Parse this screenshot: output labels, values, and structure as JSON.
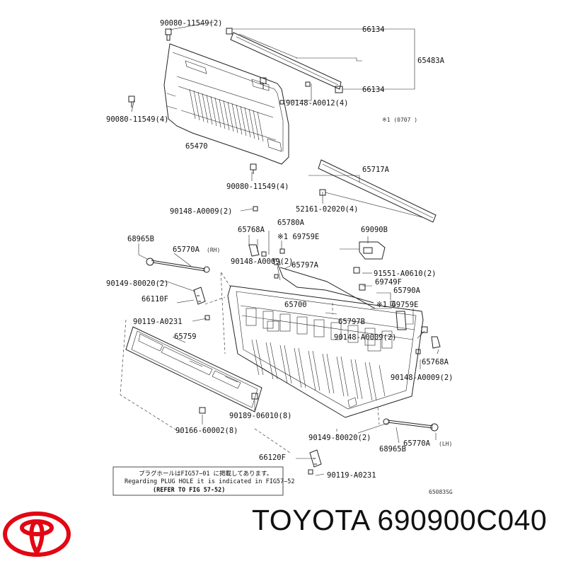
{
  "labels": {
    "l1": "90080-11549(2)",
    "l2": "66134",
    "l3": "65483A",
    "l4": "66134",
    "l5": "90148-A0012(4)",
    "l6": "90080-11549(4)",
    "l7": "※1 (0707     )",
    "l8": "65470",
    "l9": "65717A",
    "l10": "90080-11549(4)",
    "l11": "52161-02020(4)",
    "l12": "90148-A0009(2)",
    "l13": "65780A",
    "l14": "65768A",
    "l15": "※1 69759E",
    "l16": "69090B",
    "l17": "68965B",
    "l18": "65770A",
    "l18b": "(RH)",
    "l19": "90148-A0009(2)",
    "l20": "65797A",
    "l21": "91551-A0610(2)",
    "l22": "69749F",
    "l23": "90149-80020(2)",
    "l24": "65790A",
    "l25": "66110F",
    "l26": "65700",
    "l27": "※1 69759E",
    "l28": "90119-A0231",
    "l29": "65797B",
    "l30": "65759",
    "l31": "90148-A0009(2)",
    "l32": "65768A",
    "l33": "90148-A0009(2)",
    "l34": "90189-06010(8)",
    "l35": "90166-60002(8)",
    "l36": "90149-80020(2)",
    "l37": "68965B",
    "l38": "65770A",
    "l38b": "(LH)",
    "l39": "66120F",
    "l40": "90119-A0231",
    "l41": "65083SG"
  },
  "note": {
    "line1": "プラグホールはFIG57−01 に掲載してあります。",
    "line2": "Regarding PLUG HOLE  it is indicated in FIG57−52",
    "line3": "(REFER TO FIG 57-52)"
  },
  "brand": {
    "text": "TOYOTA 690900C040",
    "logo_color": "#e30613"
  }
}
